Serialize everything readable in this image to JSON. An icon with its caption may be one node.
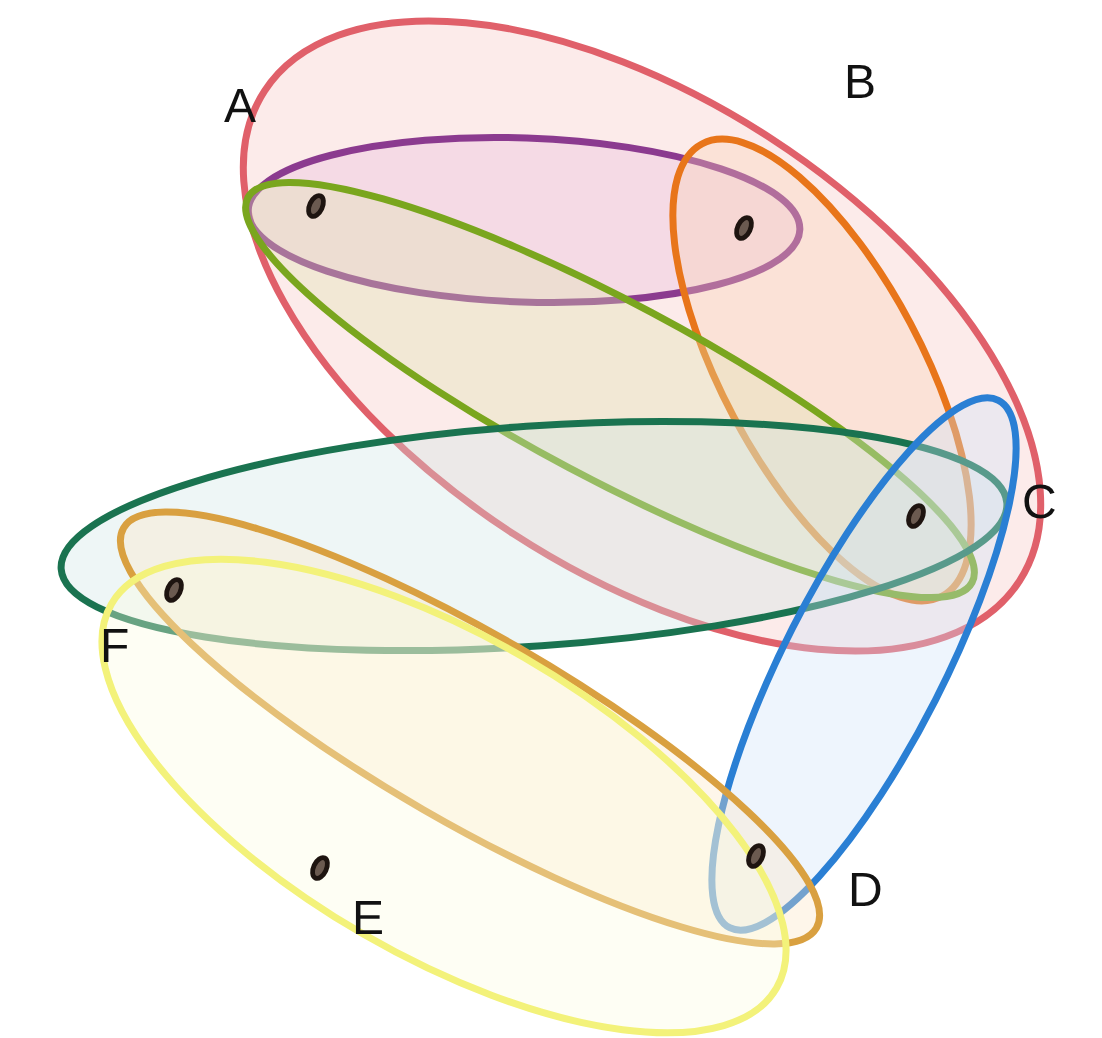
{
  "diagram": {
    "nodes": [
      {
        "text": [],
        "shape": "ellipse"
      },
      {
        "text": [],
        "shape": "ellipse",
        "in": 0
      },
      {
        "text": [],
        "shape": "ellipse",
        "in": 0
      },
      {
        "text": [],
        "shape": "ellipse",
        "in": 0
      },
      {
        "text": [],
        "shape": "ellipse"
      },
      {
        "text": [],
        "shape": "ellipse"
      },
      {
        "text": [],
        "shape": "ellipse"
      },
      {
        "text": [],
        "shape": "ellipse"
      },
      {
        "text": [],
        "shape": "circle"
      },
      {
        "text": [],
        "shape": "circle"
      },
      {
        "text": [],
        "shape": "circle"
      },
      {
        "text": [],
        "shape": "circle"
      },
      {
        "text": [],
        "shape": "circle"
      },
      {
        "text": [],
        "shape": "circle",
        "in": 7
      }
    ],
    "labels": [
      "B",
      "A",
      "C",
      "F",
      "D",
      "E"
    ]
  }
}
